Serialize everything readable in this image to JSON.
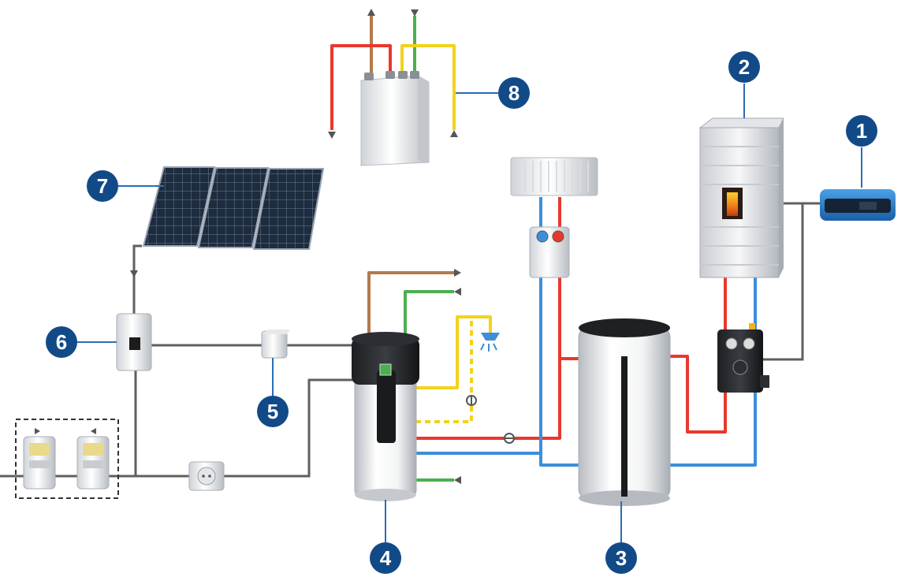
{
  "colors": {
    "callout": "#124a88",
    "leader": "#2a6db5",
    "pipe_hot": "#e8382e",
    "pipe_cold": "#3d8fd8",
    "pipe_gas": "#f3d21c",
    "pipe_brown": "#b47a4a",
    "pipe_green": "#4caf50",
    "cable": "#5f5f5f",
    "panel": "#1c2a3c"
  },
  "callouts": [
    {
      "id": "1",
      "label": "1",
      "component": "control-module"
    },
    {
      "id": "2",
      "label": "2",
      "component": "pellet-boiler"
    },
    {
      "id": "3",
      "label": "3",
      "component": "buffer-storage-tank"
    },
    {
      "id": "4",
      "label": "4",
      "component": "heat-pump-water-heater"
    },
    {
      "id": "5",
      "label": "5",
      "component": "junction-box"
    },
    {
      "id": "6",
      "label": "6",
      "component": "solar-inverter"
    },
    {
      "id": "7",
      "label": "7",
      "component": "photovoltaic-panels"
    },
    {
      "id": "8",
      "label": "8",
      "component": "wall-heat-exchanger"
    }
  ]
}
